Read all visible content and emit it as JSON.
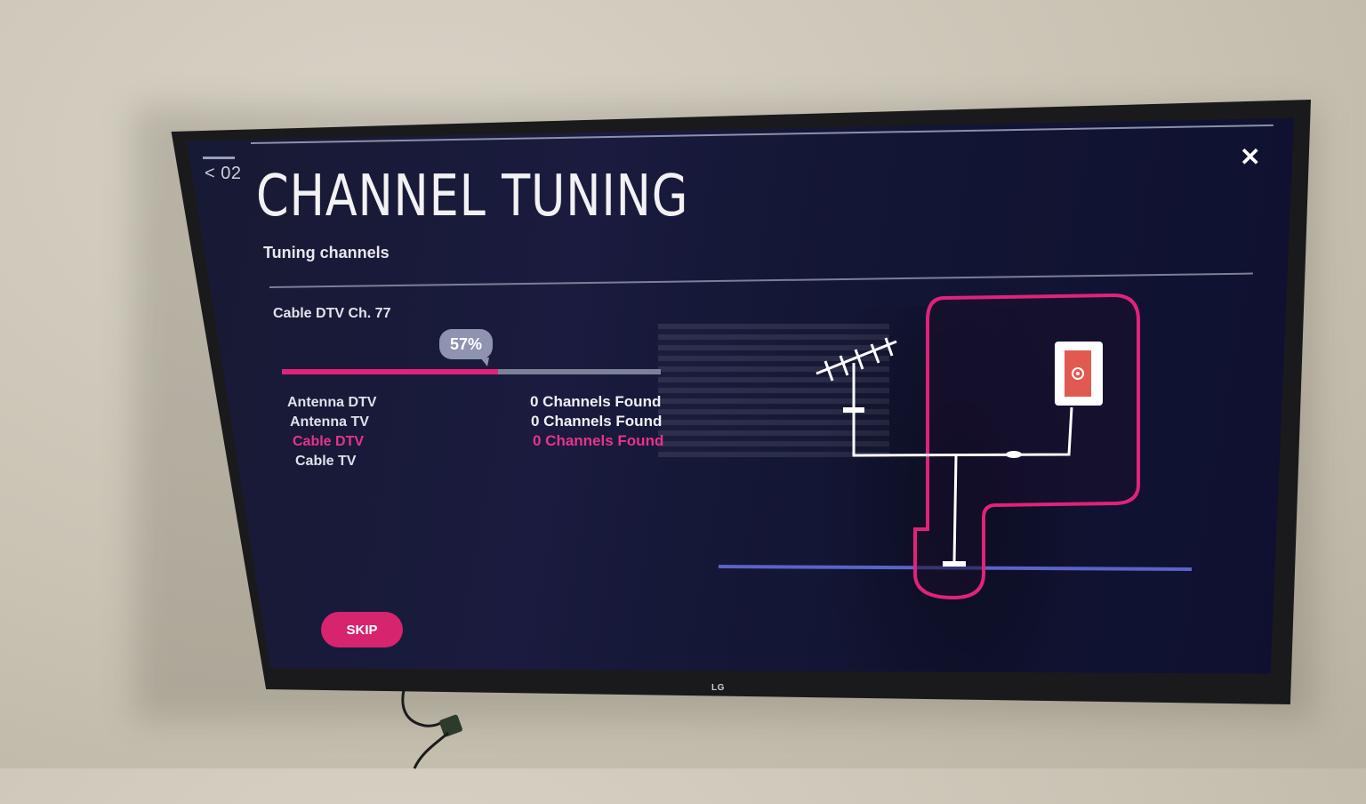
{
  "setup": {
    "step": "< 02",
    "title": "CHANNEL TUNING",
    "subtitle": "Tuning channels"
  },
  "progress": {
    "channel": "Cable DTV Ch. 77",
    "percent_label": "57%",
    "fraction": 0.57
  },
  "scan_results": [
    {
      "source": "Antenna DTV",
      "status": "0 Channels Found",
      "active": false
    },
    {
      "source": "Antenna TV",
      "status": "0 Channels Found",
      "active": false
    },
    {
      "source": "Cable DTV",
      "status": "0 Channels Found",
      "active": true
    },
    {
      "source": "Cable TV",
      "status": "",
      "active": false
    }
  ],
  "buttons": {
    "skip": "SKIP",
    "close": "✕"
  },
  "tv": {
    "brand": "LG"
  },
  "colors": {
    "accent": "#e0237a",
    "screen": "#171a38",
    "floor_line": "#5b63c8"
  },
  "icons": [
    "close-icon",
    "antenna-icon",
    "wall-outlet-icon"
  ]
}
